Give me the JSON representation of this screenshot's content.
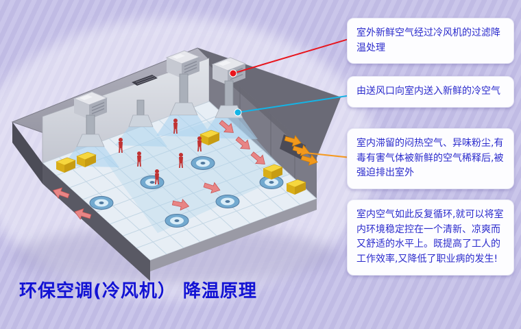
{
  "page": {
    "title": "环保空调(冷风机） 降温原理",
    "title_color": "#1212d4",
    "background_color": "#c8c4e8",
    "stripe_color": "#c0bbe4"
  },
  "callouts": [
    {
      "id": 1,
      "text": "室外新鲜空气经过冷风机的过滤降温处理",
      "connector_color": "#e8141c"
    },
    {
      "id": 2,
      "text": "由送风口向室内送入新鲜的冷空气",
      "connector_color": "#14b4e6"
    },
    {
      "id": 3,
      "text": "室内滞留的闷热空气、异味粉尘,有毒有害气体被新鲜的空气稀释后,被强迫排出室外",
      "connector_color": "#f5991f"
    },
    {
      "id": 4,
      "text": "室内空气如此反复循环,就可以将室内环境稳定控在一个清新、凉爽而又舒适的水平上。既提高了工人的工作效率,又降低了职业病的发生!",
      "connector_color": ""
    }
  ],
  "illustration": {
    "marker_colors": {
      "fresh_air_intake_dot": "#e8141c",
      "supply_air_dot": "#14b4e6",
      "exhaust_air_line": "#f5991f"
    },
    "airflow_arrow_color": "#e88585",
    "air_stream_color": "#a8d2ee",
    "worker_color": "#c03232",
    "machine_color": "#f2cf3a",
    "roof_color": "#9a9aa6",
    "floor_color": "#e7eef5",
    "callout_text_color": "#2b2bcc"
  }
}
